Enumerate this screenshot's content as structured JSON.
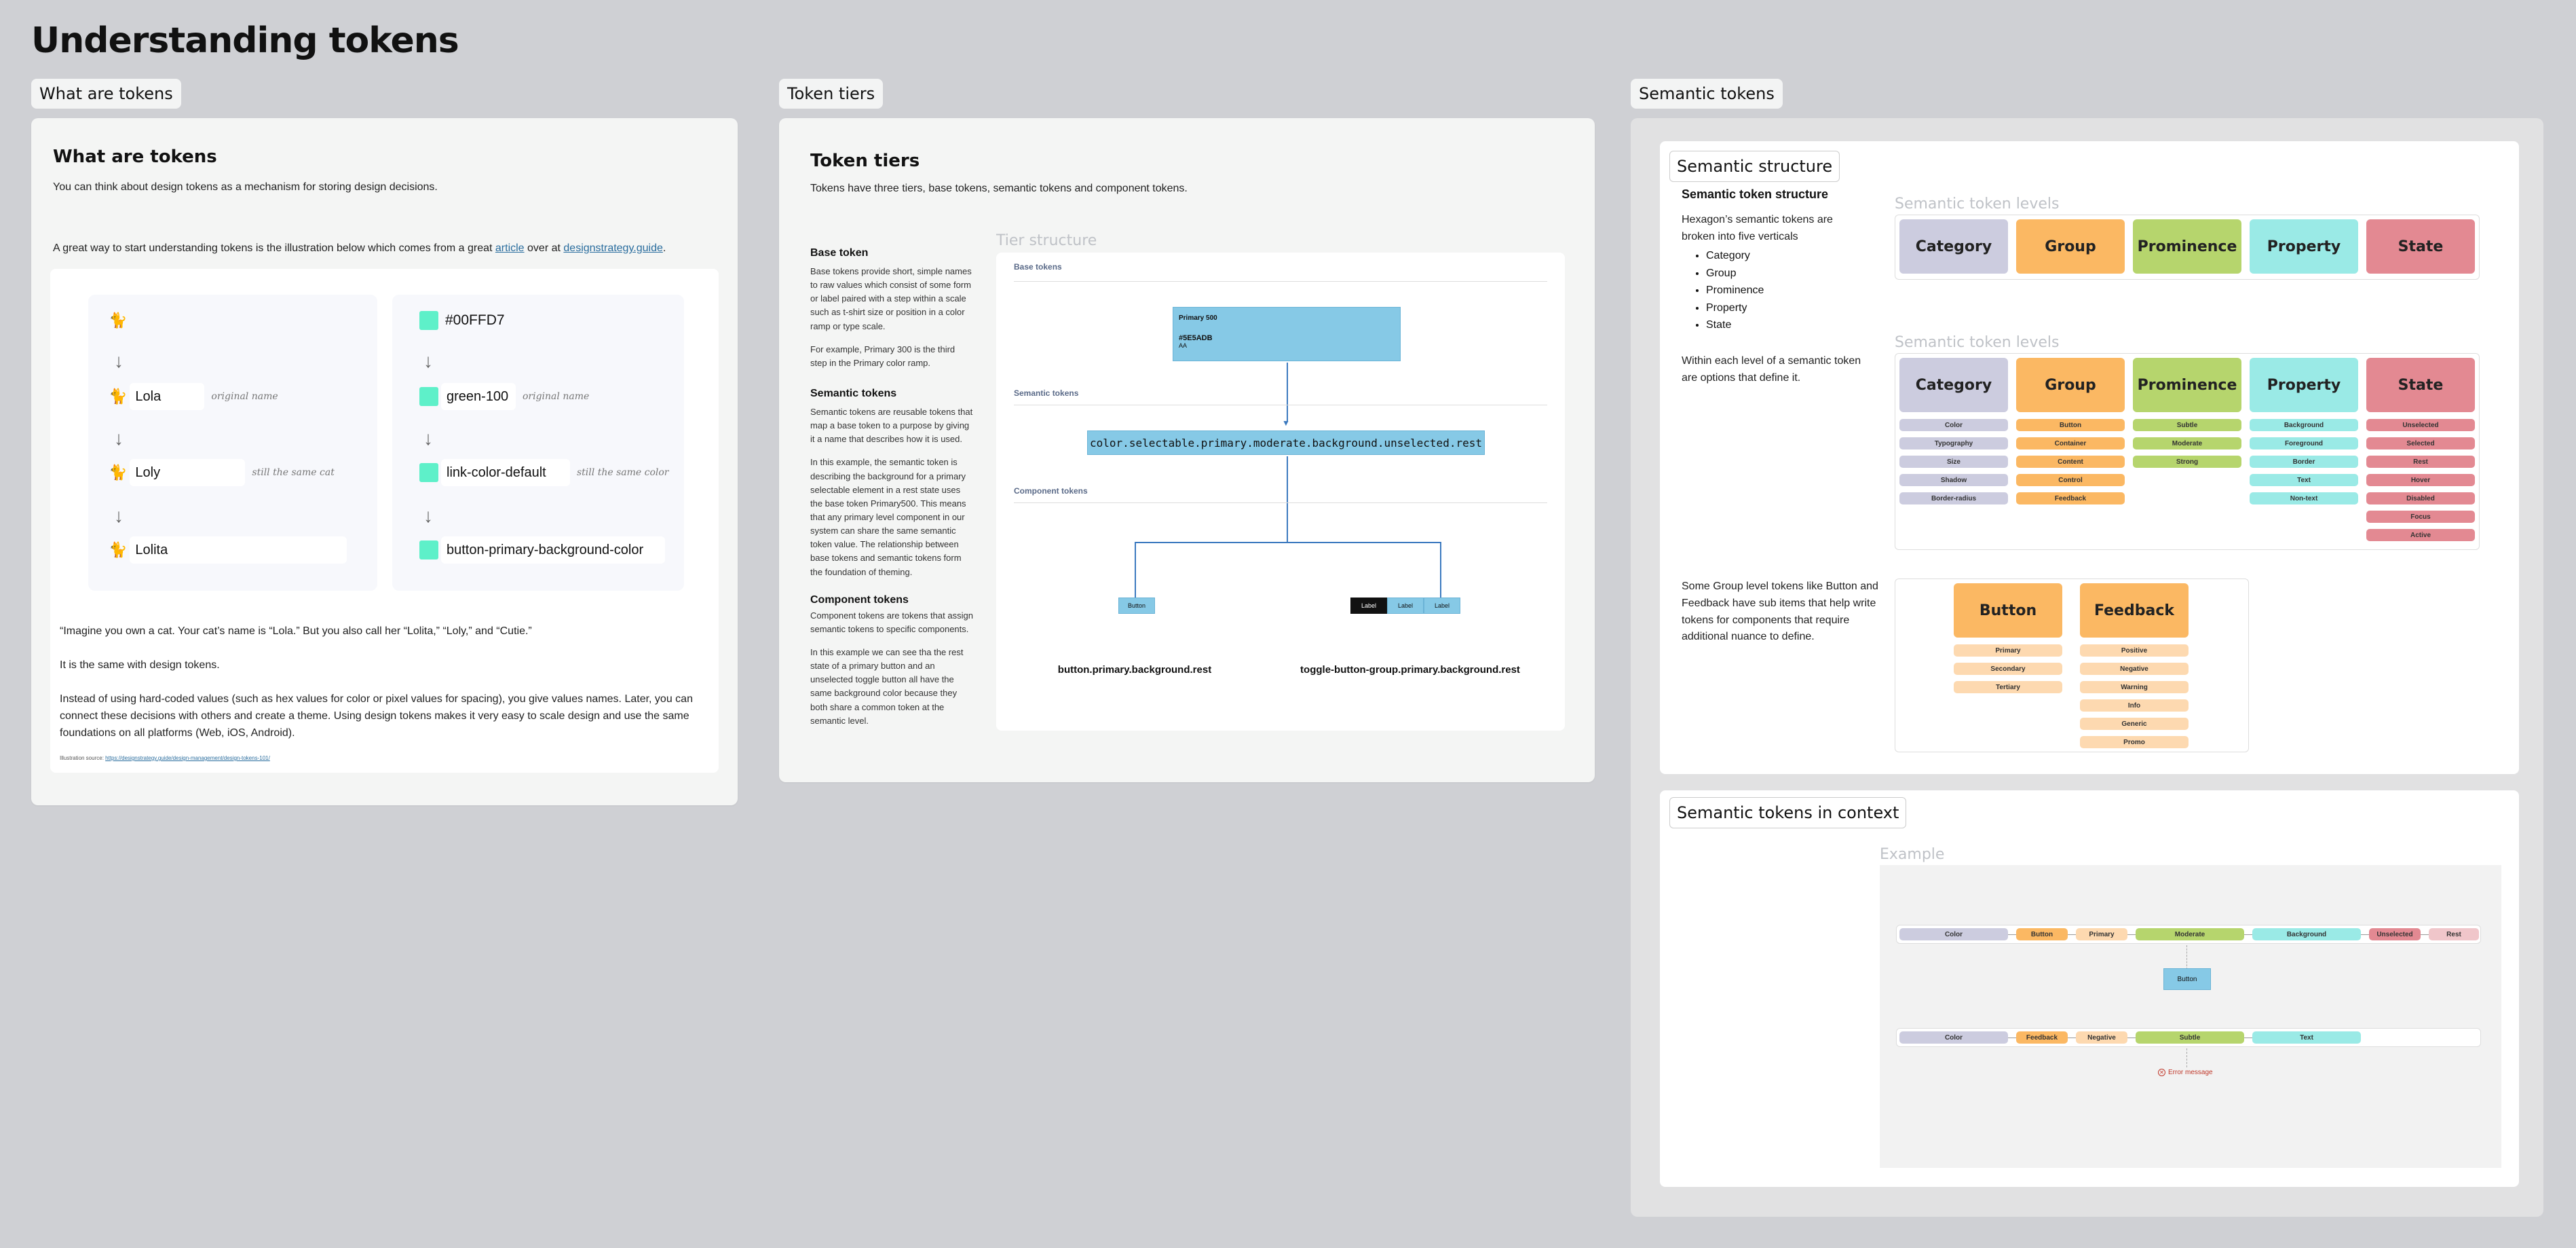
{
  "page_title": "Understanding tokens",
  "sections": {
    "what": "What are tokens",
    "tiers": "Token tiers",
    "semantic": "Semantic tokens"
  },
  "what": {
    "heading": "What are tokens",
    "intro": "You can think about design tokens as a mechanism for storing design decisions.",
    "line2_pre": "A great way to start understanding tokens is the illustration below which comes from a great ",
    "line2_link1": "article",
    "line2_mid": " over at ",
    "line2_link2": "designstrategy.guide",
    "line2_post": ".",
    "cat_rows": [
      "",
      "Lola",
      "Loly",
      "Lolita"
    ],
    "color_rows": [
      "#00FFD7",
      "green-100",
      "link-color-default",
      "button-primary-background-color"
    ],
    "note_original": "original name",
    "note_same_cat": "still the same cat",
    "note_same_color": "still the same color",
    "arrow": "↓",
    "quote": "“Imagine you own a cat. Your cat’s name is “Lola.” But you also call her “Lolita,” “Loly,” and “Cutie.”",
    "same": "It is the same with design tokens.",
    "instead": "Instead of using hard-coded values (such as hex values for color or pixel values for spacing), you give values names. Later, you can connect these decisions with others and create a theme. Using design tokens makes it very easy to scale design and use the same foundations on all platforms (Web, iOS, Android).",
    "source_label": "Illustration source: ",
    "source_url": "https://designstrategy.guide/design-management/design-tokens-101/"
  },
  "tiers": {
    "heading": "Token tiers",
    "intro": "Tokens have three tiers, base tokens, semantic tokens and component tokens.",
    "base_title": "Base token",
    "base_p1": "Base tokens provide short, simple names to raw values which consist of some form or label paired with a step within a scale such as t-shirt size or position in a color ramp or type scale.",
    "base_p2": "For example, Primary 300 is the third step in the Primary color ramp.",
    "sem_title": "Semantic tokens",
    "sem_p1": "Semantic tokens are reusable tokens that map a base token to a purpose by giving it a name that describes how it is used.",
    "sem_p2": "In this example, the semantic token is describing the background for a primary selectable element in a rest state uses the base token Primary500. This means that any primary level component in our system can share the same semantic token value. The relationship between base tokens and semantic tokens form the foundation of theming.",
    "comp_title": "Component tokens",
    "comp_p1": "Component tokens are tokens that assign semantic tokens to specific components.",
    "comp_p2": "In this example we can see tha the rest state of a primary button and an unselected toggle button all have the same background color because they both share a common token at the semantic level.",
    "tier_structure": "Tier structure",
    "lbl_base": "Base tokens",
    "lbl_sem": "Semantic tokens",
    "lbl_comp": "Component tokens",
    "primary_name": "Primary 500",
    "primary_hex": "#5E5ADB",
    "primary_aa": "AA",
    "semantic_token": "color.selectable.primary.moderate.background.unselected.rest",
    "btn_label": "Button",
    "toggle_labels": [
      "Label",
      "Label",
      "Label"
    ],
    "comp_btn": "button.primary.background.rest",
    "comp_toggle": "toggle-button-group.primary.background.rest"
  },
  "semantic": {
    "frame1": "Semantic structure",
    "struct_title": "Semantic token structure",
    "struct_intro": "Hexagon’s semantic tokens are broken into five verticals",
    "verticals": [
      "Category",
      "Group",
      "Prominence",
      "Property",
      "State"
    ],
    "within": "Within each level of a semantic token are options that define it.",
    "some_group": "Some Group level tokens like Button and Feedback have sub items that help write tokens for components that require additional nuance to define.",
    "levels_label": "Semantic token levels",
    "levels": [
      "Category",
      "Group",
      "Prominence",
      "Property",
      "State"
    ],
    "options": {
      "category": [
        "Color",
        "Typography",
        "Size",
        "Shadow",
        "Border-radius"
      ],
      "group": [
        "Button",
        "Container",
        "Content",
        "Control",
        "Feedback"
      ],
      "prominence": [
        "Subtle",
        "Moderate",
        "Strong"
      ],
      "property": [
        "Background",
        "Foreground",
        "Border",
        "Text",
        "Non-text"
      ],
      "state": [
        "Unselected",
        "Selected",
        "Rest",
        "Hover",
        "Disabled",
        "Focus",
        "Active"
      ]
    },
    "sub_button": {
      "title": "Button",
      "items": [
        "Primary",
        "Secondary",
        "Tertiary"
      ]
    },
    "sub_feedback": {
      "title": "Feedback",
      "items": [
        "Positive",
        "Negative",
        "Warning",
        "Info",
        "Generic",
        "Promo"
      ]
    },
    "frame2": "Semantic tokens in context",
    "example_label": "Example",
    "row1": [
      "Color",
      "Button",
      "Primary",
      "Moderate",
      "Background",
      "Unselected",
      "Rest"
    ],
    "row1_result": "Button",
    "row2": [
      "Color",
      "Feedback",
      "Negative",
      "Subtle",
      "Text"
    ],
    "row2_result": "Error message"
  },
  "colors": {
    "category": "#ccccdf",
    "group": "#fbb863",
    "prominence": "#b6d56d",
    "property": "#9aeae6",
    "state": "#e38992",
    "accent_blue": "#86c9e6",
    "mint": "#5ef0c9"
  },
  "icons": [
    "cat-icon",
    "color-swatch-icon",
    "error-icon"
  ]
}
